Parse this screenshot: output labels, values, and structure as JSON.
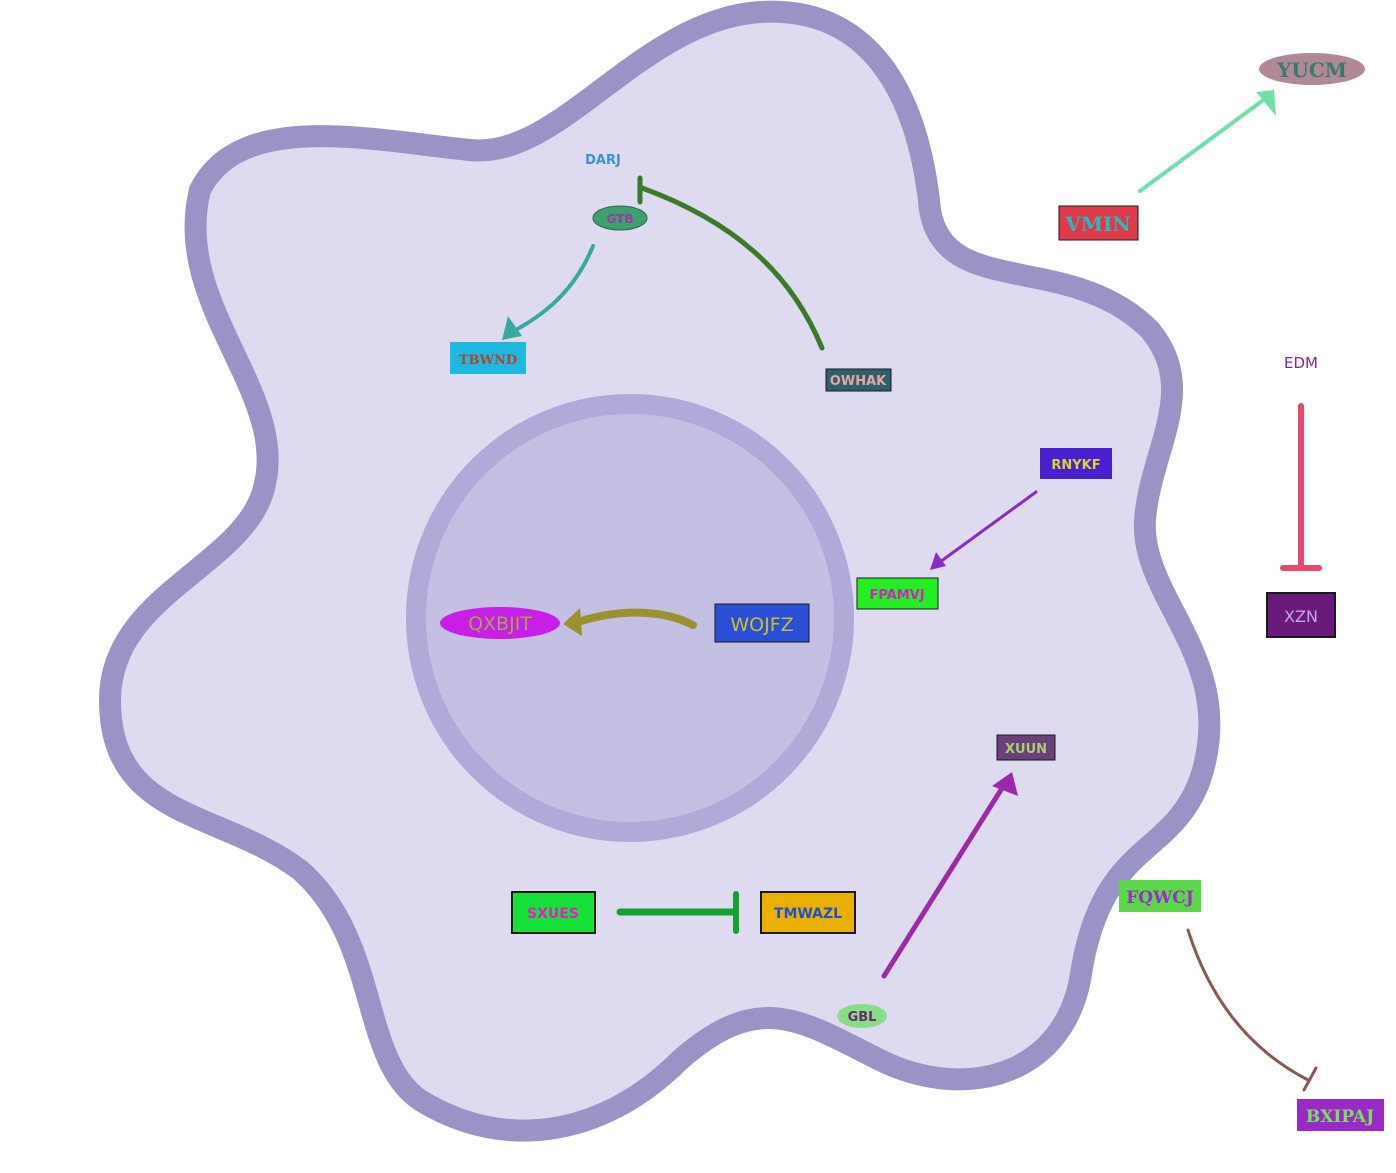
{
  "nodes": {
    "darj": {
      "label": "DARJ",
      "color": "#3a8fd6"
    },
    "gtb": {
      "label": "GTB",
      "fill": "#3f9f6f",
      "text": "#9b3aa3"
    },
    "tbwnd": {
      "label": "TBWND",
      "fill": "#1fb8e0",
      "text": "#b5412e"
    },
    "owhak": {
      "label": "OWHAK",
      "fill": "#2f5f6c",
      "text": "#e8a8a0"
    },
    "rnykf": {
      "label": "RNYKF",
      "fill": "#4a1fd0",
      "text": "#d6d62a"
    },
    "fpamvj": {
      "label": "FPAMVJ",
      "fill": "#22ee22",
      "text": "#d020c8"
    },
    "qxbjit": {
      "label": "QXBJIT",
      "fill": "#c81ee6",
      "text": "#a0a84a"
    },
    "wojfz": {
      "label": "WOJFZ",
      "fill": "#2a4fd6",
      "text": "#c8c02a"
    },
    "xuun": {
      "label": "XUUN",
      "fill": "#6a3f7a",
      "text": "#a8d070"
    },
    "sxues": {
      "label": "SXUES",
      "fill": "#18e03a",
      "text": "#e020c0"
    },
    "tmwazl": {
      "label": "TMWAZL",
      "fill": "#eab000",
      "text": "#2050d0"
    },
    "gbl": {
      "label": "GBL",
      "fill": "#88dd88",
      "text": "#6a2a6a"
    },
    "vmin": {
      "label": "VMIN",
      "fill": "#e03a4a",
      "text": "#2ab8b8"
    },
    "yucm": {
      "label": "YUCM",
      "fill": "#b08898",
      "text": "#3a7a6a"
    },
    "edm": {
      "label": "EDM",
      "color": "#7a2a9a"
    },
    "xzn": {
      "label": "XZN",
      "fill": "#6a1a7a",
      "text": "#c0a8e8"
    },
    "fqwcj": {
      "label": "FQWCJ",
      "fill": "#5ad84a",
      "text": "#a02ad0"
    },
    "bxipaj": {
      "label": "BXIPAJ",
      "fill": "#9a2ac8",
      "text": "#7ae05a"
    }
  },
  "edges": [
    {
      "from": "owhak",
      "to": "gtb",
      "type": "inhibition",
      "color": "#3a7a2a"
    },
    {
      "from": "gtb",
      "to": "tbwnd",
      "type": "activation",
      "color": "#3aa8a0"
    },
    {
      "from": "rnykf",
      "to": "fpamvj",
      "type": "activation",
      "color": "#8a2ac8"
    },
    {
      "from": "wojfz",
      "to": "qxbjit",
      "type": "activation",
      "color": "#9a9230"
    },
    {
      "from": "sxues",
      "to": "tmwazl",
      "type": "inhibition",
      "color": "#18a030"
    },
    {
      "from": "gbl",
      "to": "xuun",
      "type": "activation",
      "color": "#9a2aa8"
    },
    {
      "from": "vmin",
      "to": "yucm",
      "type": "activation",
      "color": "#70e0a8"
    },
    {
      "from": "edm",
      "to": "xzn",
      "type": "inhibition",
      "color": "#e8486a"
    },
    {
      "from": "fqwcj",
      "to": "bxipaj",
      "type": "inhibition",
      "color": "#8a5a50"
    }
  ],
  "cell": {
    "membrane": "#9a94c6",
    "cytoplasm": "#dedbf0",
    "nucleus_border": "#b0aad8",
    "nucleus_fill": "#c4c0e4"
  }
}
